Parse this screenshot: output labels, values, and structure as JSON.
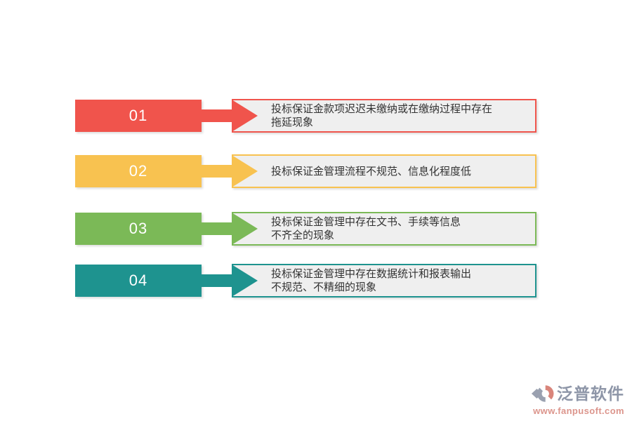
{
  "background": "#FFFFFF",
  "box": {
    "fill": "#EFEFEF",
    "text_color": "#333333"
  },
  "rows": [
    {
      "number": "01",
      "color": "#F0544C",
      "text": "投标保证金款项迟迟未缴纳或在缴纳过程中存在\n拖延现象"
    },
    {
      "number": "02",
      "color": "#F8C250",
      "text": "投标保证金管理流程不规范、信息化程度低"
    },
    {
      "number": "03",
      "color": "#7BB957",
      "text": "投标保证金管理中存在文书、手续等信息\n不齐全的现象"
    },
    {
      "number": "04",
      "color": "#1E938F",
      "text": "投标保证金管理中存在数据统计和报表输出\n不规范、不精细的现象"
    }
  ],
  "watermark": {
    "brand": "泛普软件",
    "url": "www.fanpusoft.com",
    "brand_color": "#8E96A8",
    "url_color": "#DC958C",
    "logo_gray": "#9AA1B0",
    "logo_salmon": "#D9857B"
  }
}
